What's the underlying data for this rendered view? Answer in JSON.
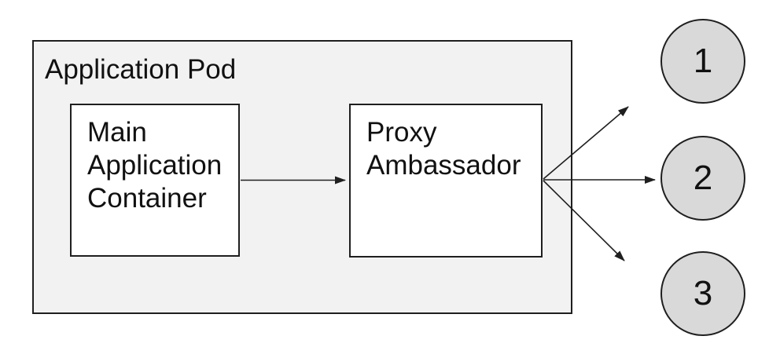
{
  "pod": {
    "label": "Application Pod"
  },
  "nodes": {
    "main": {
      "label": "Main Application Container"
    },
    "proxy": {
      "label": "Proxy Ambassador"
    }
  },
  "endpoints": [
    {
      "label": "1"
    },
    {
      "label": "2"
    },
    {
      "label": "3"
    }
  ],
  "edges": [
    {
      "from": "main-application-container",
      "to": "proxy-ambassador"
    },
    {
      "from": "proxy-ambassador",
      "to": "endpoint-1"
    },
    {
      "from": "proxy-ambassador",
      "to": "endpoint-2"
    },
    {
      "from": "proxy-ambassador",
      "to": "endpoint-3"
    }
  ],
  "colors": {
    "canvas_bg": "#ffffff",
    "pod_fill": "#f2f2f2",
    "node_fill": "#ffffff",
    "endpoint_fill": "#d9d9d9",
    "stroke": "#1f1f1f",
    "text": "#111111"
  }
}
